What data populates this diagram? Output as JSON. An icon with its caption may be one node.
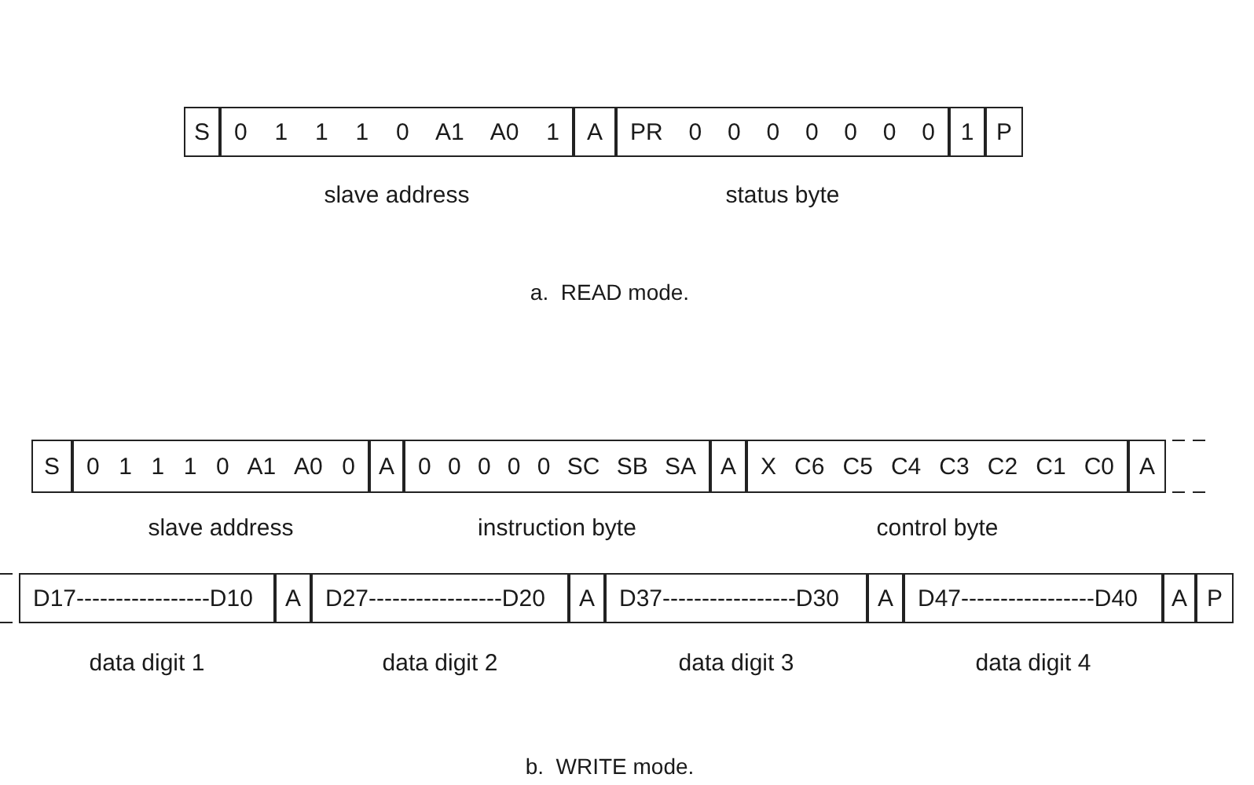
{
  "diagram": {
    "nodes": [
      {
        "text": [
          "S"
        ]
      },
      {
        "text": [
          "0 1 1 1 0 A1 A0 1"
        ],
        "beside": [
          "slave address"
        ]
      },
      {
        "text": [
          "A"
        ]
      },
      {
        "text": [
          "PR 0 0 0 0 0 0 0"
        ],
        "beside": [
          "status byte"
        ]
      },
      {
        "text": [
          "1"
        ]
      },
      {
        "text": [
          "P"
        ]
      },
      {
        "text": [
          "S"
        ]
      },
      {
        "text": [
          "0 1 1 1 0 A1 A0 0"
        ],
        "beside": [
          "slave address"
        ]
      },
      {
        "text": [
          "A"
        ]
      },
      {
        "text": [
          "0 0 0 0 0 SC SB SA"
        ],
        "beside": [
          "instruction byte"
        ]
      },
      {
        "text": [
          "A"
        ]
      },
      {
        "text": [
          "X C6 C5 C4 C3 C2 C1 C0"
        ],
        "beside": [
          "control byte"
        ]
      },
      {
        "text": [
          "A"
        ]
      },
      {
        "text": [
          "D17-----------------D10"
        ],
        "beside": [
          "data digit 1"
        ]
      },
      {
        "text": [
          "A"
        ]
      },
      {
        "text": [
          "D27-----------------D20"
        ],
        "beside": [
          "data digit 2"
        ]
      },
      {
        "text": [
          "A"
        ]
      },
      {
        "text": [
          "D37-----------------D30"
        ],
        "beside": [
          "data digit 3"
        ]
      },
      {
        "text": [
          "A"
        ]
      },
      {
        "text": [
          "D47-----------------D40"
        ],
        "beside": [
          "data digit 4"
        ]
      },
      {
        "text": [
          "A"
        ]
      },
      {
        "text": [
          "P"
        ]
      }
    ],
    "edges": [],
    "labels": [
      "a.  READ mode.",
      "b.  WRITE mode."
    ]
  }
}
